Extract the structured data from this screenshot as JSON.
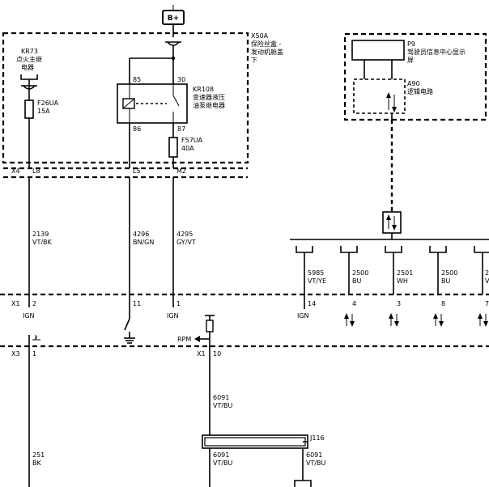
{
  "power": {
    "bplus": "B+"
  },
  "x50a": {
    "id": "X50A",
    "name_1": "保险丝盒 -",
    "name_2": "发动机舱盖",
    "name_3": "下"
  },
  "kr73": {
    "id": "KR73",
    "name_1": "点火主继",
    "name_2": "电器"
  },
  "f26ua": {
    "id": "F26UA",
    "rating": "15A"
  },
  "kr108": {
    "id": "KR108",
    "name_1": "变速器液压",
    "name_2": "油泵继电器",
    "pin_85": "85",
    "pin_30": "30",
    "pin_86": "86",
    "pin_87": "87"
  },
  "f57ua": {
    "id": "F57UA",
    "rating": "40A"
  },
  "p9": {
    "id": "P9",
    "name_1": "驾驶员信息中心显示",
    "name_2": "屏"
  },
  "a90": {
    "id": "A90",
    "name": "逻辑电路"
  },
  "x4": {
    "id": "X4",
    "pin_l8": "L8",
    "pin_l5": "L5",
    "pin_m2": "M2"
  },
  "wires": {
    "w2139": {
      "num": "2139",
      "color": "VT/BK"
    },
    "w4296": {
      "num": "4296",
      "color": "BN/GN"
    },
    "w4295": {
      "num": "4295",
      "color": "GY/VT"
    },
    "w5985": {
      "num": "5985",
      "color": "VT/YE"
    },
    "w2500a": {
      "num": "2500",
      "color": "BU"
    },
    "w2501": {
      "num": "2501",
      "color": "WH"
    },
    "w2500b": {
      "num": "2500",
      "color": "BU"
    },
    "w2cut": {
      "num": "2",
      "color": "V"
    },
    "w6091a": {
      "num": "6091",
      "color": "VT/BU"
    },
    "w6091b": {
      "num": "6091",
      "color": "VT/BU"
    },
    "w6091c": {
      "num": "6091",
      "color": "VT/BU"
    },
    "w251": {
      "num": "251",
      "color": "BK"
    }
  },
  "x1_top": {
    "id": "X1",
    "p2": "2",
    "p11": "11",
    "p1": "1",
    "p14": "14",
    "p4": "4",
    "p3": "3",
    "p8": "8",
    "p7": "7"
  },
  "signals": {
    "ign_a": "IGN",
    "ign_b": "IGN",
    "ign_c": "IGN",
    "rpm": "RPM"
  },
  "x3": {
    "id": "X3",
    "p1": "1"
  },
  "x1_bottom": {
    "id": "X1",
    "p10": "10"
  },
  "j116": {
    "id": "J116"
  }
}
